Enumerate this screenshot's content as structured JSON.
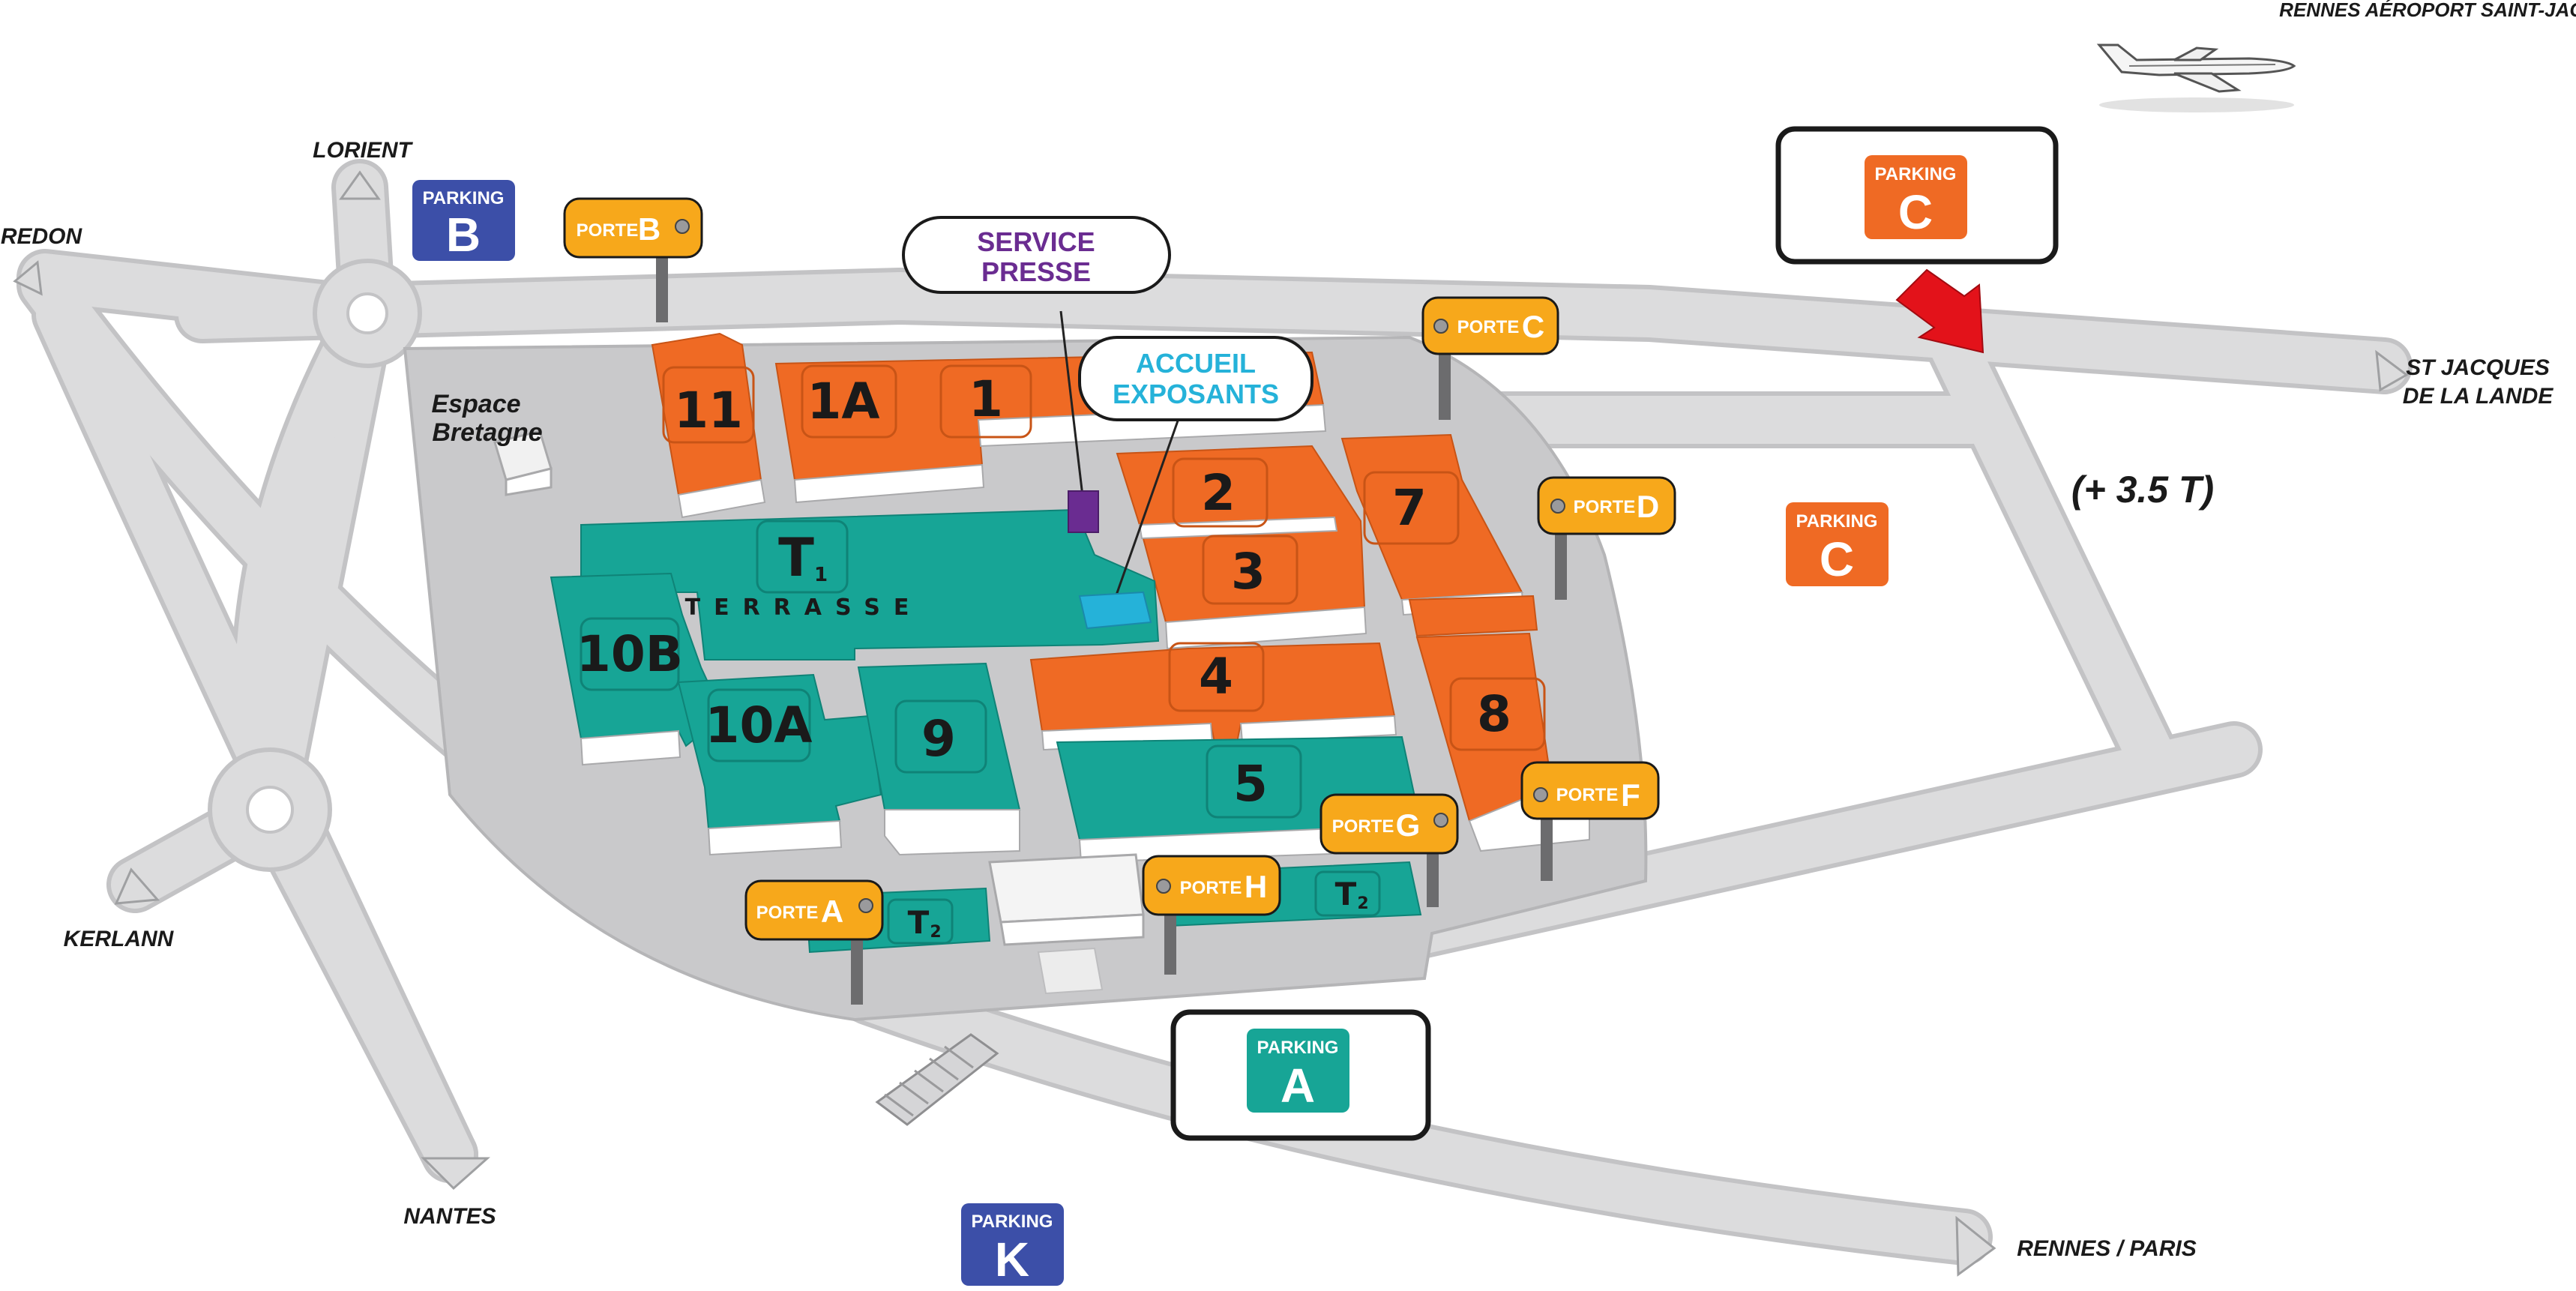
{
  "colors": {
    "road": "#dcdcdd",
    "road_edge": "#c3c3c5",
    "site": "#c9c9cb",
    "orange_hall": "#ef6a24",
    "teal_hall": "#17a596",
    "porte_sign": "#f7a81b",
    "parking_blue": "#3c4fa8",
    "parking_orange": "#ef6a24",
    "parking_teal": "#17a596",
    "service_presse": "#6a2c91",
    "accueil_exposants": "#25b2d9",
    "arrow": "#e3121a"
  },
  "destinations": {
    "airport": "RENNES AÉROPORT SAINT-JACQUES",
    "lorient": "LORIENT",
    "redon": "REDON",
    "kerlann": "KERLANN",
    "nantes": "NANTES",
    "rennes_paris": "RENNES / PARIS",
    "st_jacques_line1": "ST JACQUES",
    "st_jacques_line2": "DE LA LANDE"
  },
  "espace_bretagne": {
    "line1": "Espace",
    "line2": "Bretagne"
  },
  "weight_note": "(+ 3.5 T)",
  "halls": {
    "h11": "11",
    "h1a": "1A",
    "h1": "1",
    "h2": "2",
    "h3": "3",
    "h4": "4",
    "h5": "5",
    "h7": "7",
    "h8": "8",
    "h9": "9",
    "h10a": "10A",
    "h10b": "10B"
  },
  "terrasse": {
    "t1_letter": "T",
    "t1_sub": "1",
    "label": "TERRASSE",
    "t2_letter": "T",
    "t2_sub": "2"
  },
  "portes": {
    "word": "PORTE",
    "a": "A",
    "b": "B",
    "c": "C",
    "d": "D",
    "e": "F",
    "g": "G",
    "h": "H"
  },
  "parkings": {
    "word": "PARKING",
    "a": "A",
    "b": "B",
    "c_top": "C",
    "c_right": "C",
    "k": "K"
  },
  "callouts": {
    "service_presse_line1": "SERVICE",
    "service_presse_line2": "PRESSE",
    "accueil_line1": "ACCUEIL",
    "accueil_line2": "EXPOSANTS"
  }
}
